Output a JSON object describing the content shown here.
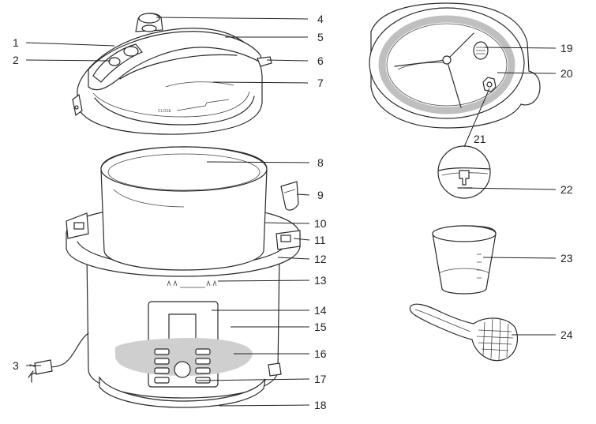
{
  "callouts": [
    {
      "id": 1,
      "label": "1"
    },
    {
      "id": 2,
      "label": "2"
    },
    {
      "id": 3,
      "label": "3"
    },
    {
      "id": 4,
      "label": "4"
    },
    {
      "id": 5,
      "label": "5"
    },
    {
      "id": 6,
      "label": "6"
    },
    {
      "id": 7,
      "label": "7"
    },
    {
      "id": 8,
      "label": "8"
    },
    {
      "id": 9,
      "label": "9"
    },
    {
      "id": 10,
      "label": "10"
    },
    {
      "id": 11,
      "label": "11"
    },
    {
      "id": 12,
      "label": "12"
    },
    {
      "id": 13,
      "label": "13"
    },
    {
      "id": 14,
      "label": "14"
    },
    {
      "id": 15,
      "label": "15"
    },
    {
      "id": 16,
      "label": "16"
    },
    {
      "id": 17,
      "label": "17"
    },
    {
      "id": 18,
      "label": "18"
    },
    {
      "id": 19,
      "label": "19"
    },
    {
      "id": 20,
      "label": "20"
    },
    {
      "id": 21,
      "label": "21"
    },
    {
      "id": 22,
      "label": "22"
    },
    {
      "id": 23,
      "label": "23"
    },
    {
      "id": 24,
      "label": "24"
    }
  ],
  "lid_marking": "CLOSE"
}
